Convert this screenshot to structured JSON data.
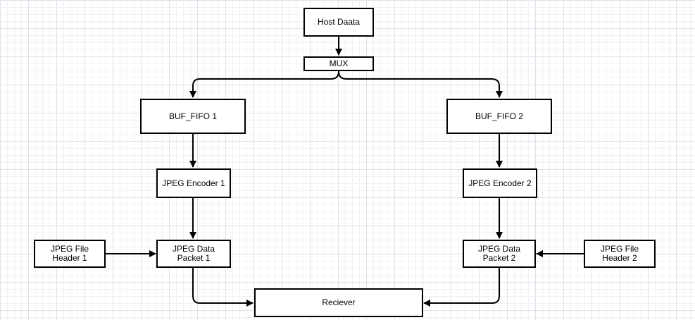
{
  "diagram": {
    "nodes": {
      "host_data": "Host Daata",
      "mux": "MUX",
      "buf_fifo_1": "BUF_FIFO 1",
      "buf_fifo_2": "BUF_FIFO 2",
      "jpeg_encoder_1": "JPEG Encoder 1",
      "jpeg_encoder_2": "JPEG Encoder 2",
      "jpeg_file_header_1": "JPEG File\nHeader 1",
      "jpeg_data_packet_1": "JPEG Data\nPacket 1",
      "jpeg_data_packet_2": "JPEG Data\nPacket 2",
      "jpeg_file_header_2": "JPEG File\nHeader 2",
      "receiver": "Reciever"
    },
    "edges": [
      {
        "from": "host_data",
        "to": "mux"
      },
      {
        "from": "mux",
        "to": "buf_fifo_1"
      },
      {
        "from": "mux",
        "to": "buf_fifo_2"
      },
      {
        "from": "buf_fifo_1",
        "to": "jpeg_encoder_1"
      },
      {
        "from": "buf_fifo_2",
        "to": "jpeg_encoder_2"
      },
      {
        "from": "jpeg_encoder_1",
        "to": "jpeg_data_packet_1"
      },
      {
        "from": "jpeg_encoder_2",
        "to": "jpeg_data_packet_2"
      },
      {
        "from": "jpeg_file_header_1",
        "to": "jpeg_data_packet_1"
      },
      {
        "from": "jpeg_file_header_2",
        "to": "jpeg_data_packet_2"
      },
      {
        "from": "jpeg_data_packet_1",
        "to": "receiver"
      },
      {
        "from": "jpeg_data_packet_2",
        "to": "receiver"
      }
    ]
  }
}
